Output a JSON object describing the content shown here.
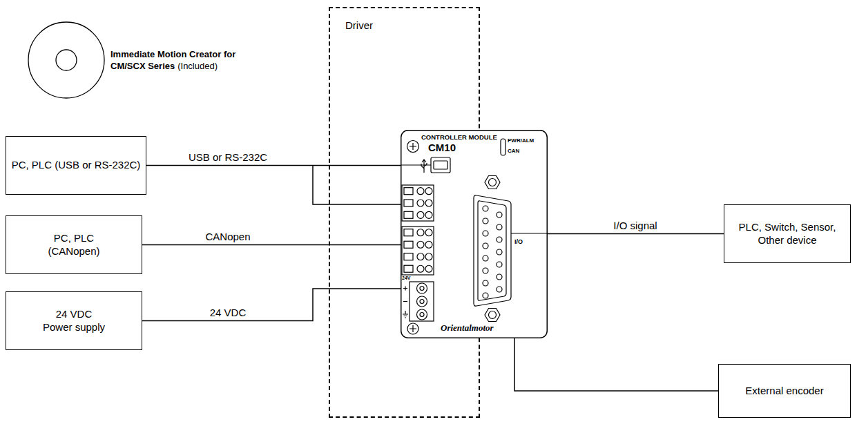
{
  "diagram": {
    "nodes": [
      {
        "text": [
          "Driver"
        ]
      },
      {
        "text": [
          "PC, PLC (USB or RS-232C)"
        ]
      },
      {
        "text": [
          "PC, PLC (CANopen)"
        ]
      },
      {
        "text": [
          "24 VDC Power supply"
        ]
      },
      {
        "text": [
          "CONTROLLER MODULE",
          "CM10",
          "PWR/ALM",
          "CAN",
          "I/O",
          "24V",
          "Orientalmotor"
        ]
      },
      {
        "text": [
          "PLC, Switch, Sensor, Other device"
        ]
      },
      {
        "text": [
          "External encoder"
        ]
      }
    ],
    "edges": [
      {
        "from": 1,
        "to": 4,
        "arrow": "none",
        "label": "USB or RS-232C"
      },
      {
        "from": 2,
        "to": 4,
        "arrow": "none",
        "label": "CANopen"
      },
      {
        "from": 3,
        "to": 4,
        "arrow": "none",
        "label": "24 VDC"
      },
      {
        "from": 4,
        "to": 5,
        "arrow": "none",
        "label": "I/O signal"
      },
      {
        "from": 4,
        "to": 6,
        "arrow": "none"
      }
    ],
    "labels": [
      "Immediate Motion Creator for CM/SCX Series",
      "(Included)"
    ]
  }
}
